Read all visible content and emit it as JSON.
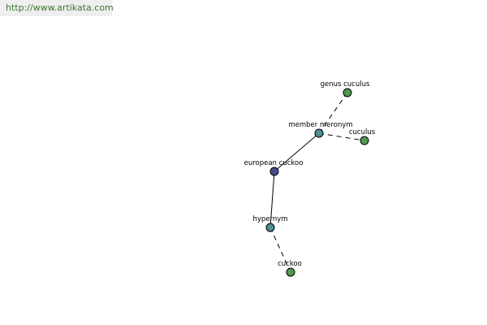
{
  "watermark": {
    "url": "http://www.artikata.com"
  },
  "colors": {
    "center": "#4a4a8f",
    "relation": "#4f8f8f",
    "leaf": "#4f9a4f",
    "edge": "#000000"
  },
  "graph": {
    "nodes": [
      {
        "id": "european_cuckoo",
        "label": "european cuckoo",
        "kind": "center"
      },
      {
        "id": "member_meronym",
        "label": "member meronym",
        "kind": "relation"
      },
      {
        "id": "hypernym",
        "label": "hypernym",
        "kind": "relation"
      },
      {
        "id": "genus_cuculus",
        "label": "genus cuculus",
        "kind": "leaf"
      },
      {
        "id": "cuculus",
        "label": "cuculus",
        "kind": "leaf"
      },
      {
        "id": "cuckoo",
        "label": "cuckoo",
        "kind": "leaf"
      }
    ],
    "edges": [
      {
        "from": "european_cuckoo",
        "to": "member_meronym",
        "style": "solid"
      },
      {
        "from": "european_cuckoo",
        "to": "hypernym",
        "style": "solid"
      },
      {
        "from": "member_meronym",
        "to": "genus_cuculus",
        "style": "dashed"
      },
      {
        "from": "member_meronym",
        "to": "cuculus",
        "style": "dashed"
      },
      {
        "from": "hypernym",
        "to": "cuckoo",
        "style": "dashed"
      }
    ]
  }
}
